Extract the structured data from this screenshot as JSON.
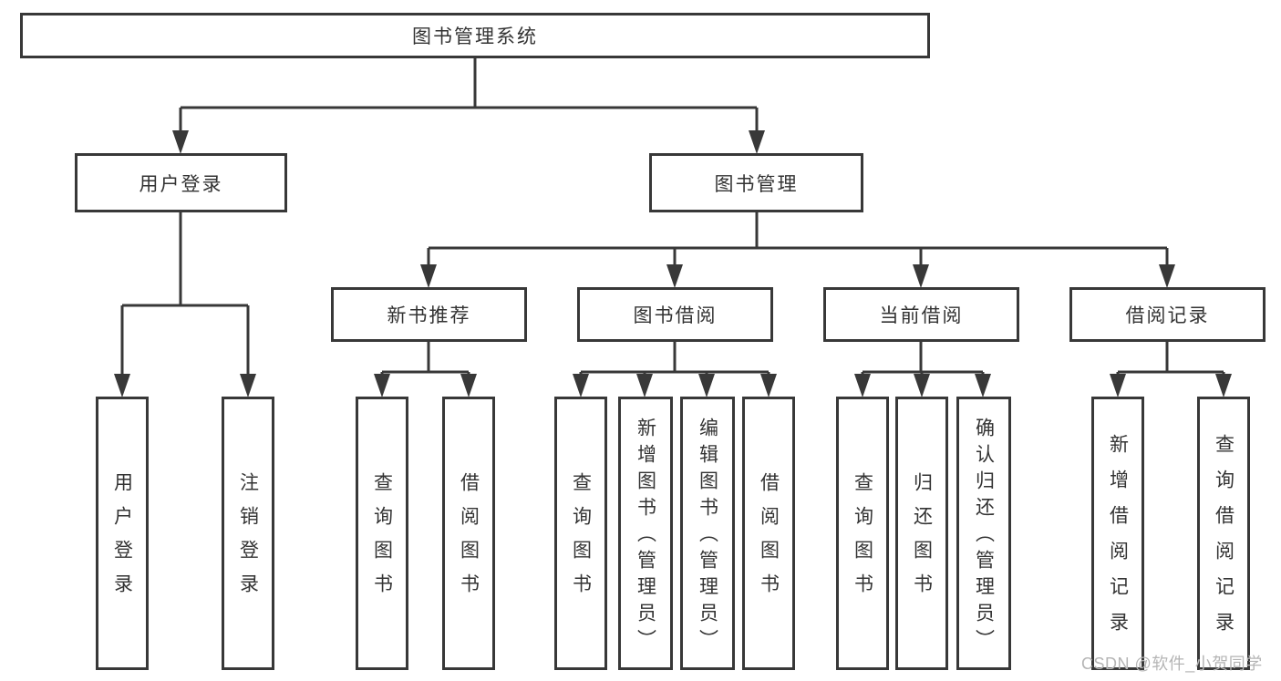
{
  "diagram": {
    "root": {
      "label": "图书管理系统"
    },
    "level2": [
      {
        "label": "用户登录"
      },
      {
        "label": "图书管理"
      }
    ],
    "level3": [
      {
        "label": "新书推荐"
      },
      {
        "label": "图书借阅"
      },
      {
        "label": "当前借阅"
      },
      {
        "label": "借阅记录"
      }
    ],
    "leaves": [
      {
        "label": "用户登录"
      },
      {
        "label": "注销登录"
      },
      {
        "label": "查询图书"
      },
      {
        "label": "借阅图书"
      },
      {
        "label": "查询图书"
      },
      {
        "label": "新增图书（管理员）"
      },
      {
        "label": "编辑图书（管理员）"
      },
      {
        "label": "借阅图书"
      },
      {
        "label": "查询图书"
      },
      {
        "label": "归还图书"
      },
      {
        "label": "确认归还（管理员）"
      },
      {
        "label": "新增借阅记录"
      },
      {
        "label": "查询借阅记录"
      }
    ]
  },
  "watermark": {
    "text": "CSDN @软件_小贺同学"
  },
  "colors": {
    "line": "#383838",
    "text": "#333333",
    "watermark": "#b5b5b5",
    "background": "#ffffff"
  }
}
